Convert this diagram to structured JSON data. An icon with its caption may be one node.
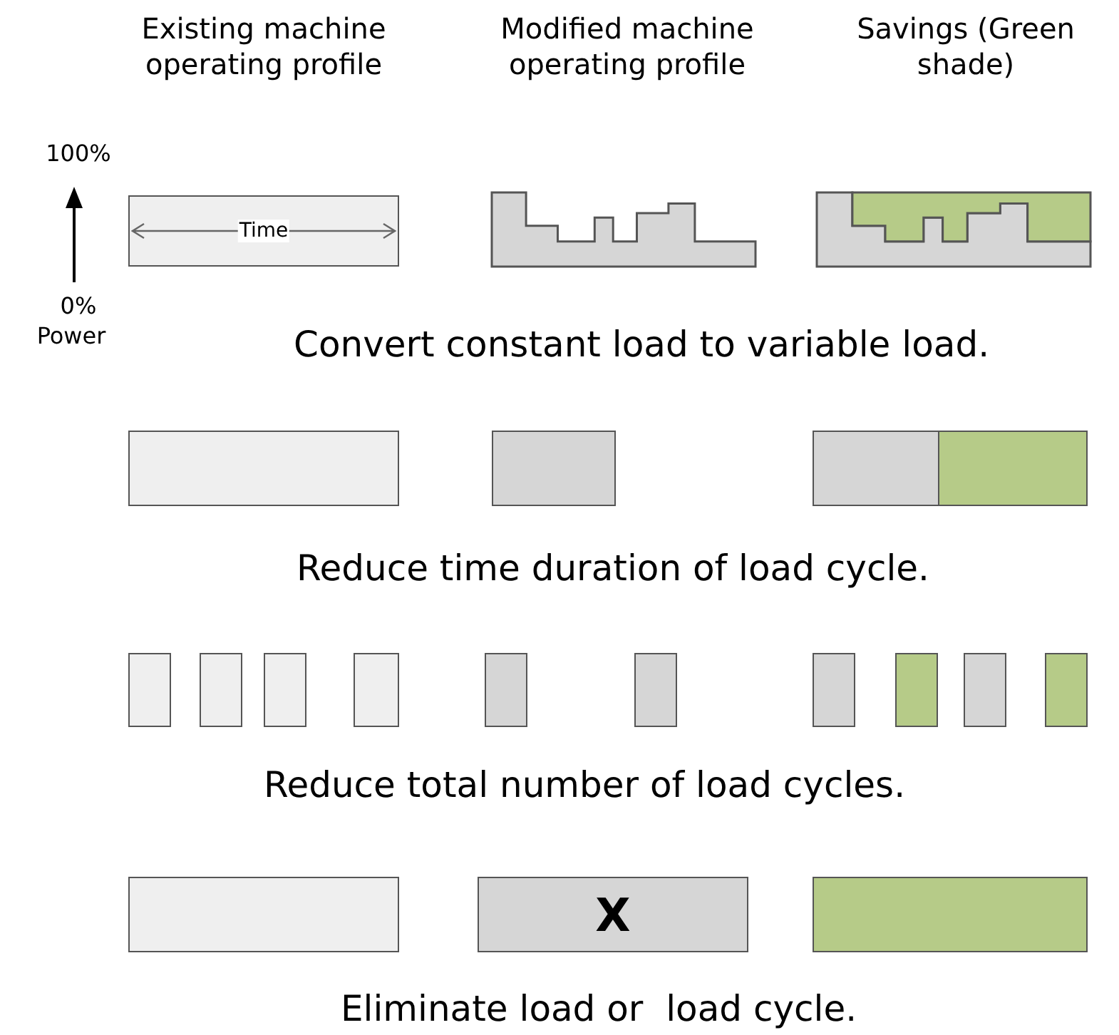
{
  "diagram": {
    "nodes": [
      {
        "text": [
          "Time"
        ]
      },
      {
        "text": [],
        "shape": "box"
      },
      {
        "text": [],
        "shape": "box"
      },
      {
        "text": [],
        "shape": "box"
      },
      {
        "text": [],
        "shape": "box"
      },
      {
        "text": [],
        "shape": "box"
      },
      {
        "text": [],
        "shape": "box"
      },
      {
        "text": [],
        "shape": "box"
      },
      {
        "text": [],
        "shape": "box"
      },
      {
        "text": [],
        "shape": "box"
      },
      {
        "text": [],
        "shape": "box"
      },
      {
        "text": [],
        "shape": "box"
      },
      {
        "text": [],
        "shape": "box"
      },
      {
        "text": [],
        "shape": "box"
      },
      {
        "text": [],
        "shape": "box"
      },
      {
        "text": [],
        "shape": "box"
      },
      {
        "text": [],
        "shape": "box"
      },
      {
        "text": [],
        "shape": "box"
      },
      {
        "text": [
          "X"
        ]
      },
      {
        "text": [],
        "shape": "box"
      }
    ],
    "edges": [],
    "labels": [
      "Existing machine operating profile",
      "Modified machine operating profile",
      "Savings (Green shade)",
      "100%",
      "0%",
      "Power",
      "Convert constant load to variable load.",
      "Reduce time duration of load cycle.",
      "Reduce total number of load cycles.",
      "Eliminate load or  load cycle."
    ]
  }
}
